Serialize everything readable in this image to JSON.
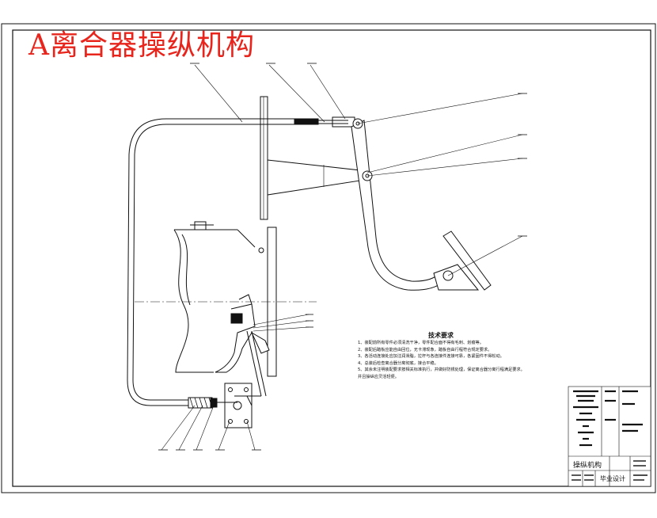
{
  "title": "A离合器操纵机构",
  "tech_requirements": {
    "heading": "技术要求",
    "lines": [
      "1、装配前所有零件必须清洗干净，零件配合面不得有毛刺、划痕等。",
      "2、装配后踏板应能自由回位，无卡滞现象，踏板自由行程符合规定要求。",
      "3、各活动连接处应加注润滑脂，拉杆与各连接件连接可靠，各紧固件不得松动。",
      "4、总装后检查离合器分离彻底，接合平稳。",
      "5、其余未注明装配要求按相关标准执行，并做好防锈处理，保证离合器分离行程满足要求。",
      "并且操纵应灵活轻便。"
    ]
  },
  "title_block": {
    "drawing_name": "操纵机构",
    "design_label": "毕业设计"
  },
  "colors": {
    "title": "#e8251c",
    "line": "#111111"
  }
}
